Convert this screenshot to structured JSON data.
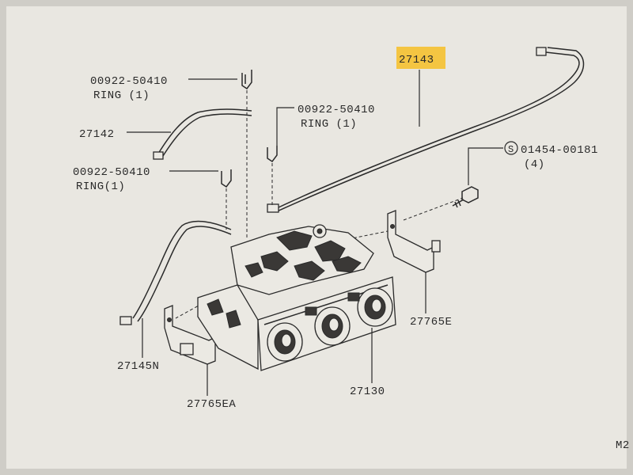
{
  "highlight_color": "#f4c542",
  "paper_color": "#e9e7e1",
  "labels": {
    "cable_main": "27143",
    "ring_top_part": "00922-50410",
    "ring_top_desc": "RING (1)",
    "ring_mid_part": "00922-50410",
    "ring_mid_desc": "RING (1)",
    "cable_upper_left": "27142",
    "ring_left_part": "00922-50410",
    "ring_left_desc": "RING(1)",
    "screw_symbol": "S",
    "screw_part": "01454-00181",
    "screw_qty": "(4)",
    "bracket_right": "27765E",
    "cable_lower_left": "27145N",
    "control_unit": "27130",
    "bracket_left": "27765EA",
    "page_ref": "M2"
  }
}
